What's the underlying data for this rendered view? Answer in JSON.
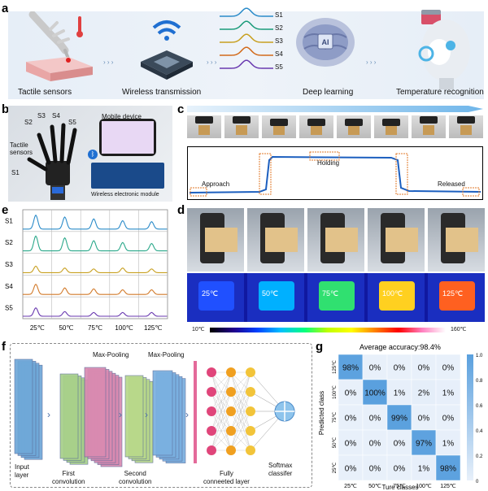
{
  "panels": {
    "a": "a",
    "b": "b",
    "c": "c",
    "d": "d",
    "e": "e",
    "f": "f",
    "g": "g"
  },
  "panel_a": {
    "labels": [
      "Tactile sensors",
      "Wireless transmission",
      "Deep learning",
      "Temperature recognition"
    ],
    "signals": [
      "S1",
      "S2",
      "S3",
      "S4",
      "S5"
    ],
    "ai_chip": "AI",
    "signal_colors": [
      "#2a8bc9",
      "#1a9b7a",
      "#c8a020",
      "#d26a1a",
      "#6a3ab0"
    ]
  },
  "panel_b": {
    "sensor_labels": [
      "S1",
      "S2",
      "S3",
      "S4",
      "S5"
    ],
    "tactile_label": "Tactile sensors",
    "mobile_label": "Mobile device",
    "module_label": "Wireless electronic module"
  },
  "panel_c": {
    "labels": {
      "approach": "Approach",
      "holding": "Holding",
      "released": "Released"
    }
  },
  "panel_d": {
    "temps": [
      "25℃",
      "50℃",
      "75℃",
      "100℃",
      "125℃"
    ],
    "colorbar_min": "10℃",
    "colorbar_max": "160℃"
  },
  "panel_e": {
    "rows": [
      "S1",
      "S2",
      "S3",
      "S4",
      "S5"
    ],
    "cols": [
      "25℃",
      "50℃",
      "75℃",
      "100℃",
      "125℃"
    ],
    "row_colors": [
      "#2a8bc9",
      "#2aa88a",
      "#c8a020",
      "#d27a2a",
      "#6a3ab0"
    ],
    "peak_heights": [
      [
        0.75,
        0.65,
        0.55,
        0.45,
        0.4
      ],
      [
        0.8,
        0.7,
        0.55,
        0.45,
        0.4
      ],
      [
        0.35,
        0.25,
        0.2,
        0.25,
        0.2
      ],
      [
        0.55,
        0.35,
        0.3,
        0.25,
        0.25
      ],
      [
        0.45,
        0.25,
        0.2,
        0.2,
        0.2
      ]
    ]
  },
  "panel_f": {
    "labels": {
      "input": "Input\nlayer",
      "conv1": "First\nconvolution",
      "pool1": "Max-Pooling",
      "conv2": "Second\nconvolution",
      "pool2": "Max-Pooling",
      "fc": "Fully\nconneeted layer",
      "softmax": "Softmax\nclassifer"
    }
  },
  "panel_g": {
    "title": "Average accuracy:98.4%",
    "xlabel": "Ture classes",
    "ylabel": "Predicted class",
    "classes": [
      "25℃",
      "50℃",
      "75℃",
      "100℃",
      "125℃"
    ],
    "colorbar_ticks": [
      "1.0",
      "0.8",
      "0.6",
      "0.4",
      "0.2",
      "0"
    ]
  },
  "chart_data": {
    "type": "heatmap",
    "title": "Average accuracy:98.4%",
    "xlabel": "Ture classes",
    "ylabel": "Predicted class",
    "x_categories": [
      "25℃",
      "50℃",
      "75℃",
      "100℃",
      "125℃"
    ],
    "y_categories": [
      "125℃",
      "100℃",
      "75℃",
      "50℃",
      "25℃"
    ],
    "values": [
      [
        98,
        0,
        0,
        0,
        0
      ],
      [
        0,
        100,
        1,
        2,
        1
      ],
      [
        0,
        0,
        99,
        0,
        0
      ],
      [
        0,
        0,
        0,
        97,
        1
      ],
      [
        0,
        0,
        0,
        1,
        98
      ]
    ],
    "cell_labels": [
      [
        "98%",
        "0%",
        "0%",
        "0%",
        "0%"
      ],
      [
        "0%",
        "100%",
        "1%",
        "2%",
        "1%"
      ],
      [
        "0%",
        "0%",
        "99%",
        "0%",
        "0%"
      ],
      [
        "0%",
        "0%",
        "0%",
        "97%",
        "1%"
      ],
      [
        "0%",
        "0%",
        "0%",
        "1%",
        "98%"
      ]
    ],
    "colorbar_range": [
      0,
      1.0
    ]
  }
}
